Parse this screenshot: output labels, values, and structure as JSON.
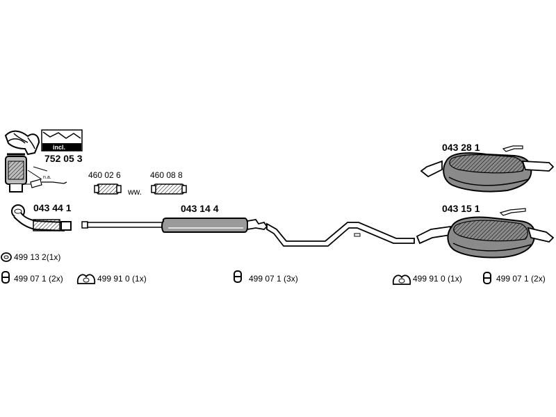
{
  "parts": {
    "manifold_cat": "752 05 3",
    "incl_label": "incl.",
    "na_label": "n.a.",
    "front_pipe": "043 44 1",
    "repair_pipe_a": "460 02 6",
    "repair_pipe_b": "460 08 8",
    "ww_label": "ww.",
    "middle_silencer": "043 14 4",
    "rear_silencer_top": "043 28 1",
    "rear_silencer_bottom": "043 15 1"
  },
  "fittings": {
    "gasket_ring": "499 13 2(1x)",
    "hanger_left": "499 07 1 (2x)",
    "clamp_left": "499 91 0 (1x)",
    "hanger_middle": "499 07 1 (3x)",
    "clamp_right": "499 91 0 (1x)",
    "hanger_right": "499 07 1 (2x)"
  }
}
